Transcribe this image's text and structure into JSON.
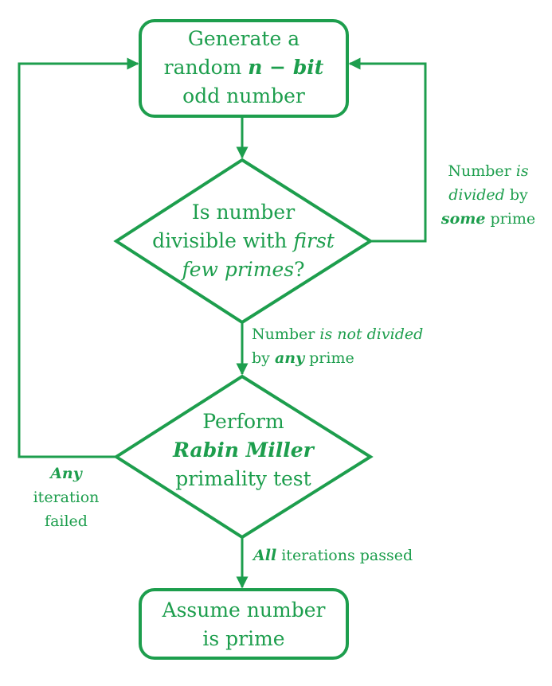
{
  "colors": {
    "accent": "#1d9e4d",
    "background": "#ffffff"
  },
  "nodes": {
    "generate": {
      "line1": "Generate a",
      "line2_prefix": "random ",
      "line2_emph": "n − bit",
      "line3": "odd number"
    },
    "divisible": {
      "line1": "Is number",
      "line2_prefix": "divisible with ",
      "line2_emph": "first",
      "line3_emph": "few primes",
      "line3_suffix": "?"
    },
    "rabin": {
      "line1": "Perform",
      "line2_emph": "Rabin Miller",
      "line3": "primality test"
    },
    "assume": {
      "line1": "Assume number",
      "line2": "is prime"
    }
  },
  "edges": {
    "divided": {
      "line1_prefix": "Number ",
      "line1_emph": "is",
      "line2_emph": "divided",
      "line2_suffix": " by",
      "line3_emph": "some",
      "line3_suffix": " prime"
    },
    "not_divided": {
      "line1_prefix": "Number ",
      "line1_emph": "is not divided",
      "line2_prefix": "by ",
      "line2_emph": "any",
      "line2_suffix": " prime"
    },
    "failed": {
      "line1_emph": "Any",
      "line2": "iteration",
      "line3": "failed"
    },
    "passed": {
      "line1_emph": "All",
      "line1_suffix": " iterations passed"
    }
  }
}
